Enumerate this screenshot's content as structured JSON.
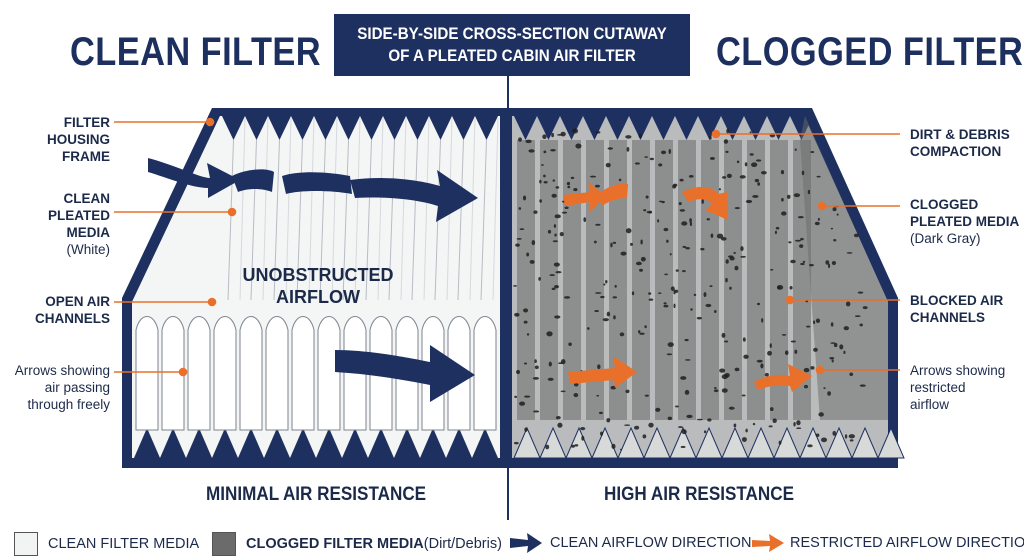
{
  "header": {
    "left_title": "CLEAN FILTER",
    "right_title": "CLOGGED FILTER",
    "center_line1": "SIDE-BY-SIDE CROSS-SECTION CUTAWAY",
    "center_line2": "OF A PLEATED CABIN AIR FILTER"
  },
  "left_labels": {
    "housing_line1": "FILTER",
    "housing_line2": "HOUSING",
    "housing_line3": "FRAME",
    "media_line1": "CLEAN",
    "media_line2": "PLEATED",
    "media_line3": "MEDIA",
    "media_sub": "(White)",
    "channels_line1": "OPEN AIR",
    "channels_line2": "CHANNELS",
    "arrows_line1": "Arrows showing",
    "arrows_line2": "air passing",
    "arrows_line3": "through freely"
  },
  "right_labels": {
    "dirt_line1": "DIRT & DEBRIS",
    "dirt_line2": "COMPACTION",
    "media_line1": "CLOGGED",
    "media_line2": "PLEATED MEDIA",
    "media_sub": "(Dark Gray)",
    "blocked_line1": "BLOCKED AIR",
    "blocked_line2": "CHANNELS",
    "arrows_line1": "Arrows showing",
    "arrows_line2": "restricted",
    "arrows_line3": "airflow"
  },
  "center_text": {
    "line1": "UNOBSTRUCTED",
    "line2": "AIRFLOW"
  },
  "captions": {
    "left": "MINIMAL AIR RESISTANCE",
    "right": "HIGH AIR RESISTANCE"
  },
  "legend": {
    "clean_media": "CLEAN FILTER MEDIA",
    "clogged_media_bold": "CLOGGED FILTER MEDIA",
    "clogged_media_rest": " (Dirt/Debris)",
    "clean_flow": "CLEAN AIRFLOW DIRECTION",
    "restricted_flow": "RESTRICTED AIRFLOW DIRECTION"
  },
  "colors": {
    "navy": "#1d3060",
    "orange": "#e8702a",
    "clean_media": "#f2f3f3",
    "clogged_media": "#6a6b6a"
  }
}
